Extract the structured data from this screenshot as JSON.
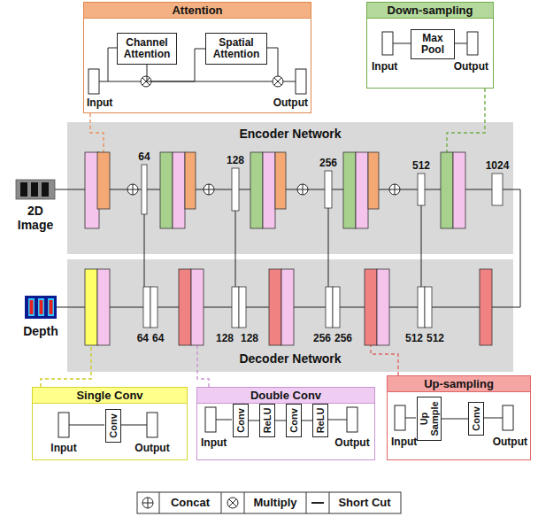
{
  "diagram": {
    "nodes": [
      {
        "text": [
          "Attention"
        ]
      },
      {
        "text": [
          "Channel Attention"
        ],
        "in": 0
      },
      {
        "text": [
          "Spatial Attention"
        ],
        "in": 0
      },
      {
        "text": [
          "Down-sampling"
        ]
      },
      {
        "text": [
          "Max Pool"
        ],
        "in": 3
      },
      {
        "text": [
          "Encoder Network"
        ]
      },
      {
        "text": [
          "Decoder Network"
        ]
      },
      {
        "text": [
          "Single Conv"
        ]
      },
      {
        "text": [
          "Conv"
        ],
        "in": 7
      },
      {
        "text": [
          "Double Conv"
        ]
      },
      {
        "text": [
          "Conv"
        ],
        "in": 9
      },
      {
        "text": [
          "ReLU"
        ],
        "in": 9
      },
      {
        "text": [
          "Conv"
        ],
        "in": 9
      },
      {
        "text": [
          "ReLU"
        ],
        "in": 9
      },
      {
        "text": [
          "Up-sampling"
        ]
      },
      {
        "text": [
          "Up Sample"
        ],
        "in": 14
      },
      {
        "text": [
          "Conv"
        ],
        "in": 14
      }
    ],
    "edges": [
      {
        "from": 1,
        "to": 2,
        "arrow": "none"
      },
      {
        "from": 10,
        "to": 11,
        "arrow": "none"
      },
      {
        "from": 11,
        "to": 12,
        "arrow": "none"
      },
      {
        "from": 12,
        "to": 13,
        "arrow": "none"
      },
      {
        "from": 15,
        "to": 16,
        "arrow": "none"
      }
    ],
    "labels": [
      "Input",
      "Output",
      "Input",
      "Output",
      "2D Image",
      "64",
      "128",
      "256",
      "512",
      "1024",
      "Depth",
      "64",
      "64",
      "128",
      "128",
      "256",
      "256",
      "512",
      "512",
      "Input",
      "Output",
      "Input",
      "Output",
      "Input",
      "Output"
    ],
    "legend": [
      {
        "text": "Concat"
      },
      {
        "text": "Multiply"
      },
      {
        "text": "Short Cut"
      }
    ]
  }
}
